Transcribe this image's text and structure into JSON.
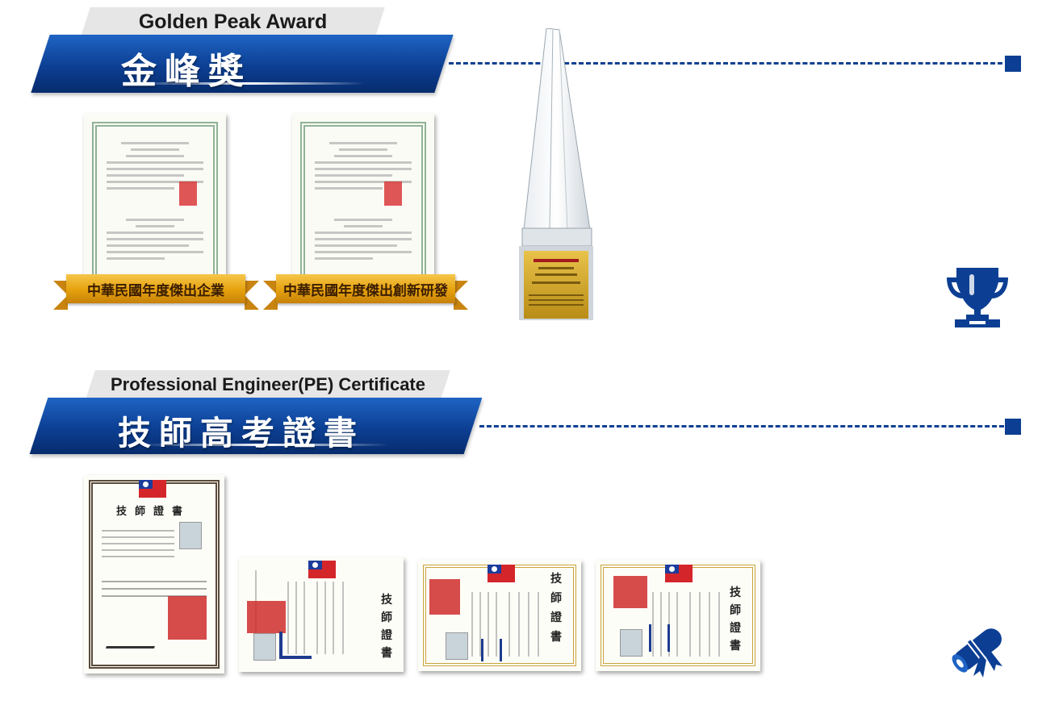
{
  "sections": {
    "golden": {
      "en_title": "Golden Peak Award",
      "zh_title": "金峰獎",
      "certificates": [
        {
          "ribbon": "中華民國年度傑出企業"
        },
        {
          "ribbon": "中華民國年度傑出創新研發"
        }
      ],
      "icon": "trophy-icon"
    },
    "pe": {
      "en_title": "Professional Engineer(PE) Certificate",
      "zh_title": "技師高考證書",
      "cert_title": "技師證書",
      "icon": "diploma-scroll-icon"
    }
  },
  "colors": {
    "brand_blue": "#0c3f93",
    "ribbon_gold": "#e5a10d"
  }
}
